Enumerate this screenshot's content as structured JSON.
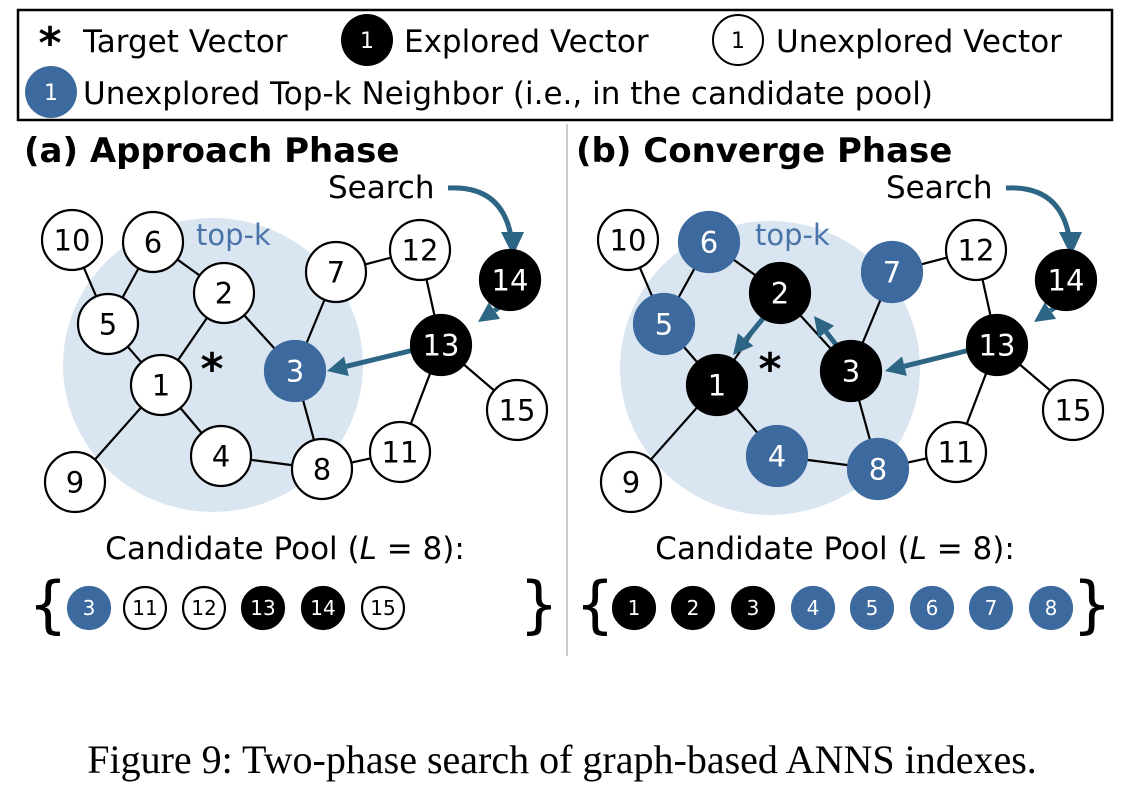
{
  "colors": {
    "blue": "#3d6a9e",
    "black": "#000000",
    "white": "#ffffff",
    "halo": "#dae5f2",
    "halo_text": "#4a74a8",
    "arrow": "#2d6585",
    "divider": "#cccccc"
  },
  "legend": {
    "target_label": "Target Vector",
    "explored_badge": "1",
    "explored_label": "Explored Vector",
    "unexplored_badge": "1",
    "unexplored_label": "Unexplored Vector",
    "topk_badge": "1",
    "topk_label": "Unexplored Top-k Neighbor (i.e., in the candidate pool)"
  },
  "panels": [
    {
      "title": "(a) Approach Phase",
      "search_label": "Search",
      "topk_label": "top-k",
      "pool_label": "Candidate Pool (",
      "pool_var": "L",
      "pool_rest": " = 8):",
      "nodes": [
        {
          "id": "10",
          "state": "unexplored"
        },
        {
          "id": "6",
          "state": "unexplored"
        },
        {
          "id": "5",
          "state": "unexplored"
        },
        {
          "id": "2",
          "state": "unexplored"
        },
        {
          "id": "7",
          "state": "unexplored"
        },
        {
          "id": "12",
          "state": "unexplored"
        },
        {
          "id": "14",
          "state": "explored"
        },
        {
          "id": "13",
          "state": "explored"
        },
        {
          "id": "3",
          "state": "topk"
        },
        {
          "id": "1",
          "state": "unexplored"
        },
        {
          "id": "4",
          "state": "unexplored"
        },
        {
          "id": "8",
          "state": "unexplored"
        },
        {
          "id": "11",
          "state": "unexplored"
        },
        {
          "id": "9",
          "state": "unexplored"
        },
        {
          "id": "15",
          "state": "unexplored"
        }
      ],
      "pool": [
        {
          "id": "3",
          "state": "topk"
        },
        {
          "id": "11",
          "state": "unexplored"
        },
        {
          "id": "12",
          "state": "unexplored"
        },
        {
          "id": "13",
          "state": "explored"
        },
        {
          "id": "14",
          "state": "explored"
        },
        {
          "id": "15",
          "state": "unexplored"
        }
      ]
    },
    {
      "title": "(b) Converge Phase",
      "search_label": "Search",
      "topk_label": "top-k",
      "pool_label": "Candidate Pool (",
      "pool_var": "L",
      "pool_rest": " = 8):",
      "nodes": [
        {
          "id": "10",
          "state": "unexplored"
        },
        {
          "id": "6",
          "state": "topk"
        },
        {
          "id": "5",
          "state": "topk"
        },
        {
          "id": "2",
          "state": "explored"
        },
        {
          "id": "7",
          "state": "topk"
        },
        {
          "id": "12",
          "state": "unexplored"
        },
        {
          "id": "14",
          "state": "explored"
        },
        {
          "id": "13",
          "state": "explored"
        },
        {
          "id": "3",
          "state": "explored"
        },
        {
          "id": "1",
          "state": "explored"
        },
        {
          "id": "4",
          "state": "topk"
        },
        {
          "id": "8",
          "state": "topk"
        },
        {
          "id": "11",
          "state": "unexplored"
        },
        {
          "id": "9",
          "state": "unexplored"
        },
        {
          "id": "15",
          "state": "unexplored"
        }
      ],
      "pool": [
        {
          "id": "1",
          "state": "explored"
        },
        {
          "id": "2",
          "state": "explored"
        },
        {
          "id": "3",
          "state": "explored"
        },
        {
          "id": "4",
          "state": "topk"
        },
        {
          "id": "5",
          "state": "topk"
        },
        {
          "id": "6",
          "state": "topk"
        },
        {
          "id": "7",
          "state": "topk"
        },
        {
          "id": "8",
          "state": "topk"
        }
      ]
    }
  ],
  "caption": "Figure 9:  Two-phase search of graph-based ANNS indexes."
}
